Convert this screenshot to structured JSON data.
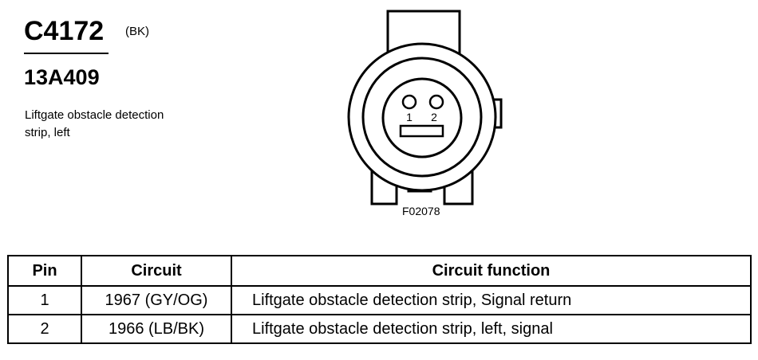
{
  "connector": {
    "id": "C4172",
    "color_code": "(BK)",
    "part_number": "13A409",
    "description": "Liftgate obstacle detection strip, left",
    "figure_code": "F02078",
    "pin_labels": [
      "1",
      "2"
    ]
  },
  "table": {
    "headers": {
      "pin": "Pin",
      "circuit": "Circuit",
      "function": "Circuit function"
    },
    "rows": [
      {
        "pin": "1",
        "circuit": "1967 (GY/OG)",
        "function": "Liftgate obstacle detection strip, Signal return"
      },
      {
        "pin": "2",
        "circuit": "1966 (LB/BK)",
        "function": "Liftgate obstacle detection strip, left, signal"
      }
    ]
  }
}
